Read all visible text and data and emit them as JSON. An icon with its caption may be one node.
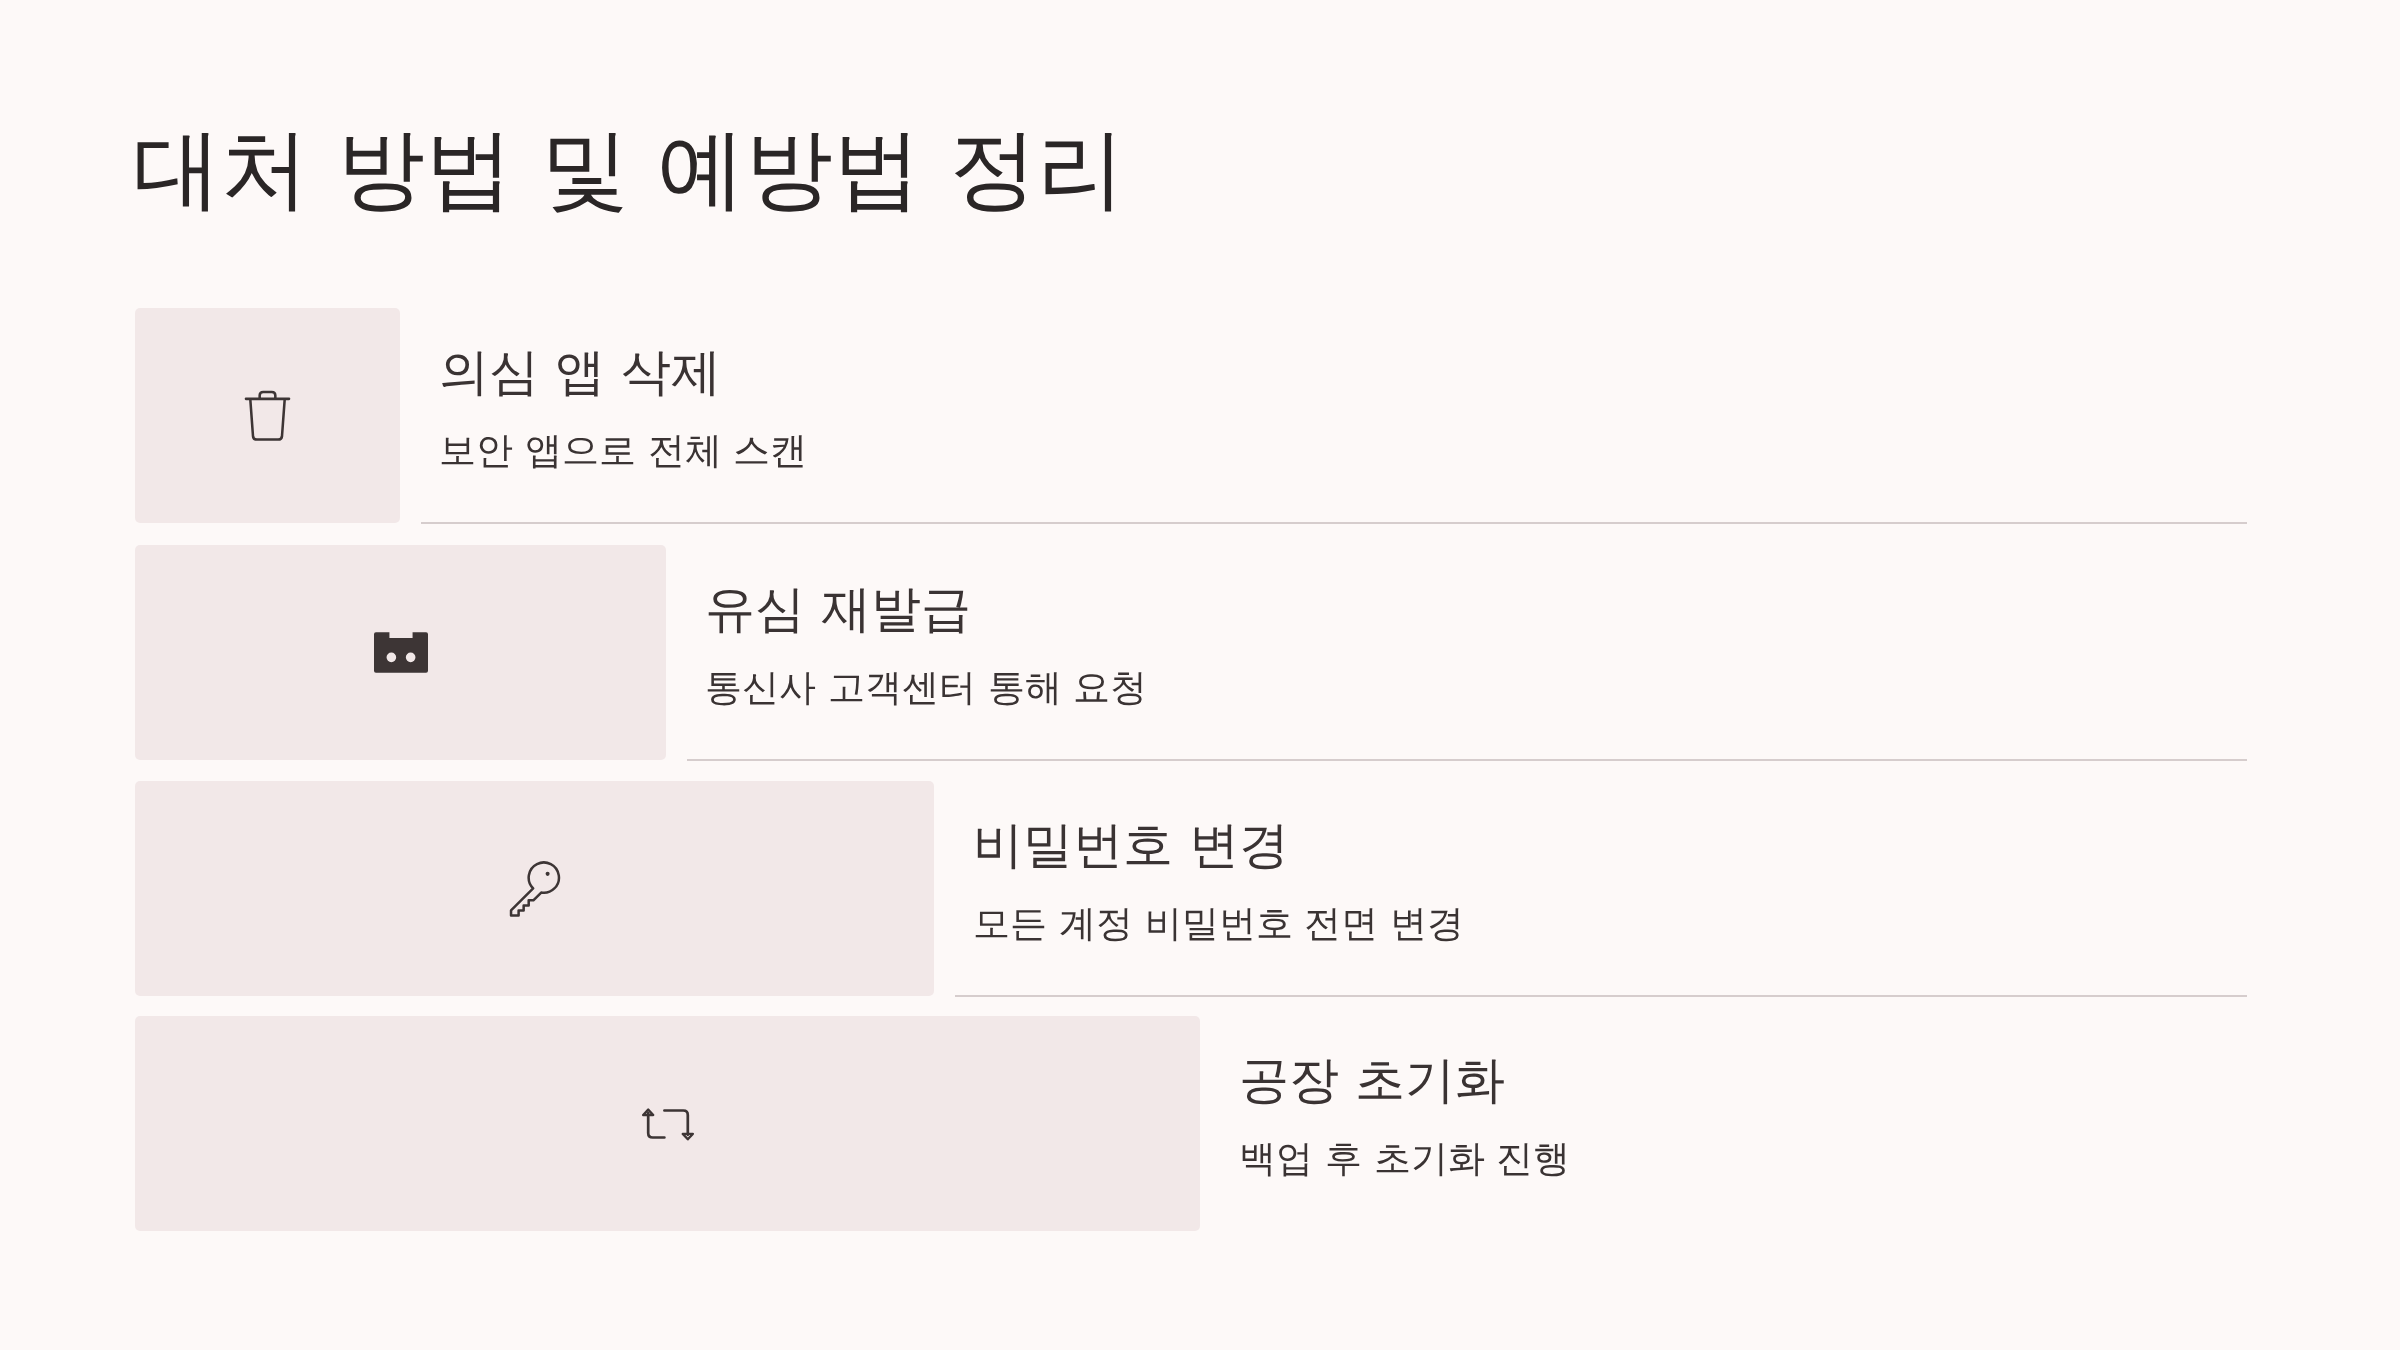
{
  "diagram": {
    "title": "대처 방법 및 예방법 정리",
    "nodes": [
      {
        "text": [
          "의심 앱 삭제",
          "보안 앱으로 전체 스캔"
        ]
      },
      {
        "text": [
          "유심 재발급",
          "통신사 고객센터 통해 요청"
        ]
      },
      {
        "text": [
          "비밀번호 변경",
          "모든 계정 비밀번호 전면 변경"
        ]
      },
      {
        "text": [
          "공장 초기화",
          "백업 후 초기화 진행"
        ]
      }
    ]
  }
}
